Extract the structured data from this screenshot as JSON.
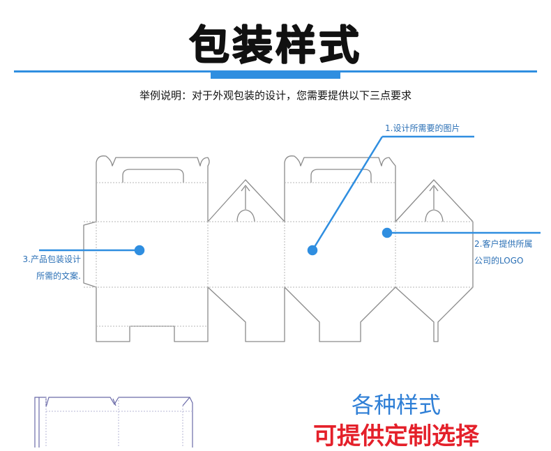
{
  "header": {
    "title": "包装样式",
    "subtitle": "举例说明：对于外观包装的设计，您需要提供以下三点要求"
  },
  "callouts": {
    "design_image": "1.设计所需要的图片",
    "logo_line1": "2.客户提供所属",
    "logo_line2": "公司的LOGO",
    "copy_line1": "3.产品包装设计",
    "copy_line2": "所需的文案."
  },
  "promo": {
    "line1": "各种样式",
    "line2": "可提供定制选择"
  },
  "colors": {
    "accent_blue": "#2f8ee0",
    "callout_blue": "#2a6fb5",
    "promo_red": "#e4202a",
    "dieline": "#8a8a8a"
  }
}
